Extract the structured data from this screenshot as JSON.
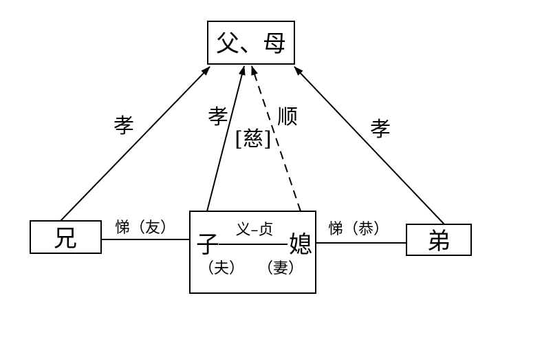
{
  "nodes": {
    "parents": "父、母",
    "elder_brother": "兄",
    "younger_brother": "弟",
    "son": "子",
    "daughter_in_law": "媳",
    "husband_note": "（夫）",
    "wife_note": "（妻）"
  },
  "edges": {
    "elder_to_parents": "孝",
    "son_to_parents": "孝",
    "parents_to_son_kind": "[慈]",
    "daughter_in_law_to_parents": "顺",
    "younger_to_parents": "孝",
    "elder_to_couple": "悌（友）",
    "younger_to_couple": "悌（恭）",
    "couple_bond": "义–贞"
  },
  "colors": {
    "stroke": "#000000",
    "background": "#ffffff"
  }
}
